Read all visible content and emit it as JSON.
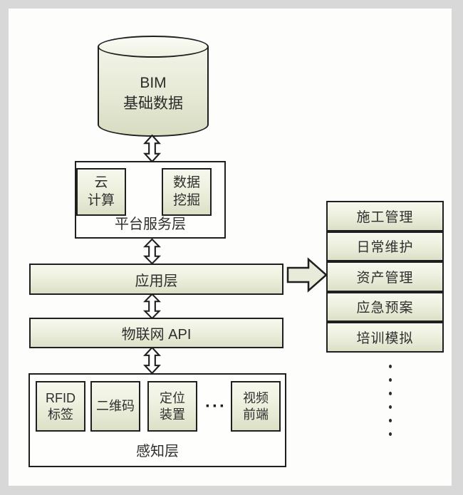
{
  "colors": {
    "border": "#1f1f1f",
    "box_fill_top": "#f7f8ee",
    "box_fill_bottom": "#dce0c6",
    "frame_background": "#d8d8d8",
    "canvas_background": "#fdfdfc"
  },
  "bim_database": {
    "line1": "BIM",
    "line2": "基础数据"
  },
  "platform_layer": {
    "label": "平台服务层",
    "cloud_computing_line1": "云",
    "cloud_computing_line2": "计算",
    "data_mining_line1": "数据",
    "data_mining_line2": "挖掘"
  },
  "application_layer": {
    "label": "应用层"
  },
  "iot_api_layer": {
    "label": "物联网 API"
  },
  "perception_layer": {
    "label": "感知层",
    "rfid_line1": "RFID",
    "rfid_line2": "标签",
    "qr_code": "二维码",
    "positioning_line1": "定位",
    "positioning_line2": "装置",
    "ellipsis": "···",
    "video_line1": "视频",
    "video_line2": "前端"
  },
  "application_list": {
    "items": [
      "施工管理",
      "日常维护",
      "资产管理",
      "应急预案",
      "培训模拟"
    ]
  }
}
